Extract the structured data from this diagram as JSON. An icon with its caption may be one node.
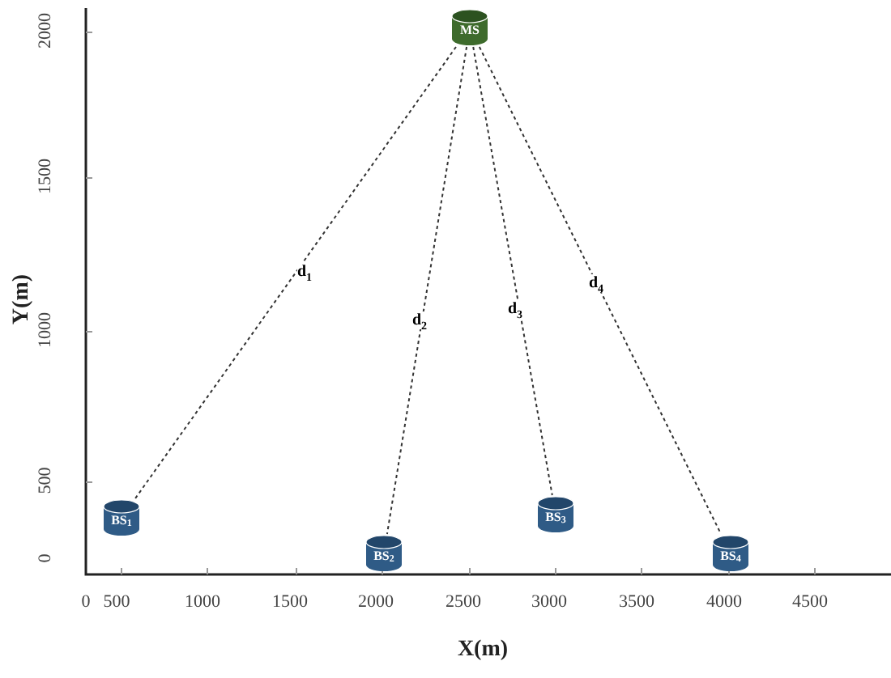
{
  "diagram": {
    "nodes": [
      {
        "text": [
          "MS"
        ]
      },
      {
        "text": [
          "BS$_{1}$"
        ]
      },
      {
        "text": [
          "BS$_{2}$"
        ]
      },
      {
        "text": [
          "BS$_{3}$"
        ]
      },
      {
        "text": [
          "BS$_{4}$"
        ]
      }
    ],
    "edges": [
      {
        "from": 0,
        "to": 1,
        "arrow": "none",
        "style": "dashed",
        "label": "d$_{1}$"
      },
      {
        "from": 0,
        "to": 2,
        "arrow": "none",
        "style": "dashed",
        "label": "d$_{2}$"
      },
      {
        "from": 0,
        "to": 3,
        "arrow": "none",
        "style": "dashed",
        "label": "d$_{3}$"
      },
      {
        "from": 0,
        "to": 4,
        "arrow": "none",
        "style": "dashed",
        "label": "d$_{4}$"
      }
    ],
    "labels": [
      "2000",
      "1500",
      "Y(m)",
      "1000",
      "500",
      "0",
      "0",
      "500",
      "1000",
      "1500",
      "2000",
      "2500",
      "3000",
      "3500",
      "4000",
      "4500",
      "X(m)"
    ]
  }
}
